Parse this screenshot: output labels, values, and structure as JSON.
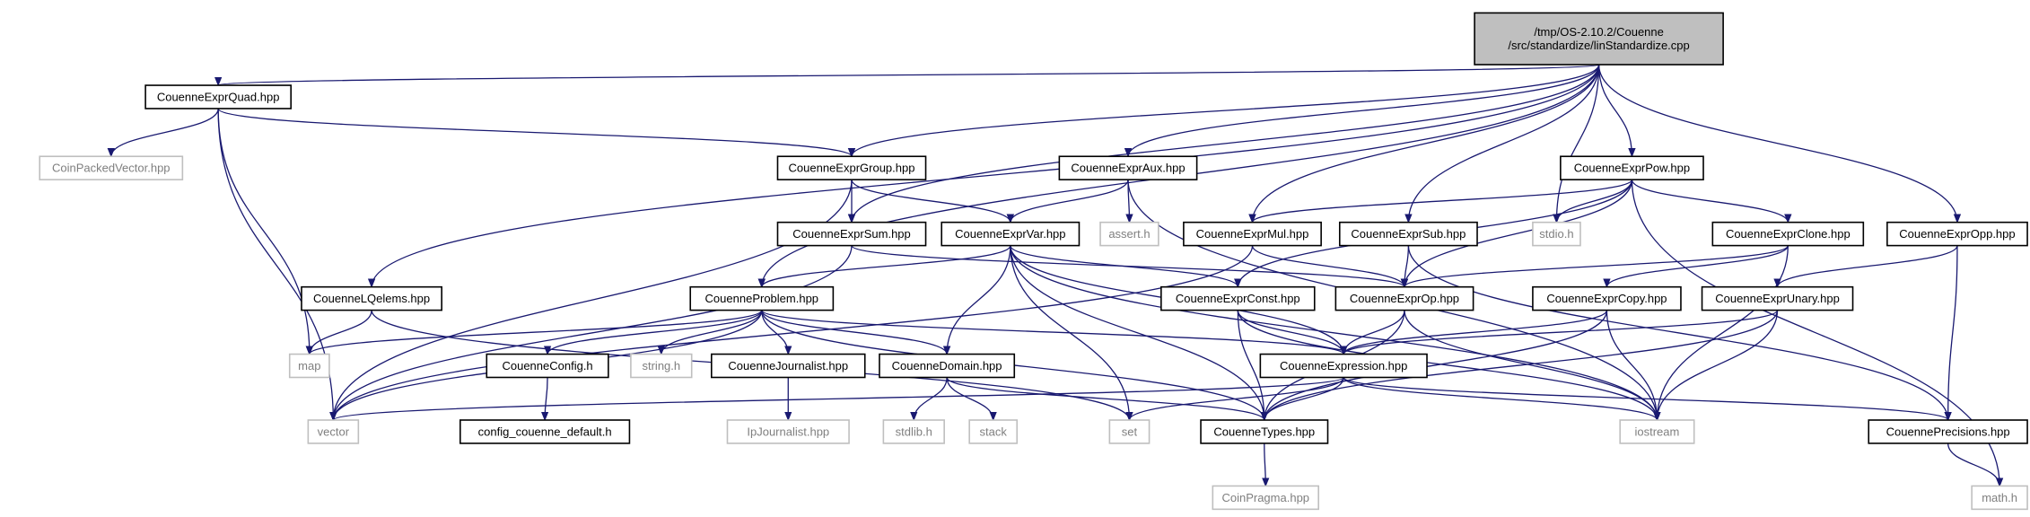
{
  "nodes": [
    {
      "id": "root",
      "label": [
        "/tmp/OS-2.10.2/Couenne",
        "/src/standardize/linStandardize.cpp"
      ],
      "kind": "root"
    },
    {
      "id": "quad",
      "label": [
        "CouenneExprQuad.hpp"
      ],
      "kind": "file"
    },
    {
      "id": "coinpv",
      "label": [
        "CoinPackedVector.hpp"
      ],
      "kind": "ext"
    },
    {
      "id": "group",
      "label": [
        "CouenneExprGroup.hpp"
      ],
      "kind": "file"
    },
    {
      "id": "aux",
      "label": [
        "CouenneExprAux.hpp"
      ],
      "kind": "file"
    },
    {
      "id": "pow",
      "label": [
        "CouenneExprPow.hpp"
      ],
      "kind": "file"
    },
    {
      "id": "sum",
      "label": [
        "CouenneExprSum.hpp"
      ],
      "kind": "file"
    },
    {
      "id": "var",
      "label": [
        "CouenneExprVar.hpp"
      ],
      "kind": "file"
    },
    {
      "id": "assert",
      "label": [
        "assert.h"
      ],
      "kind": "ext"
    },
    {
      "id": "mul",
      "label": [
        "CouenneExprMul.hpp"
      ],
      "kind": "file"
    },
    {
      "id": "sub",
      "label": [
        "CouenneExprSub.hpp"
      ],
      "kind": "file"
    },
    {
      "id": "stdio",
      "label": [
        "stdio.h"
      ],
      "kind": "ext"
    },
    {
      "id": "clone",
      "label": [
        "CouenneExprClone.hpp"
      ],
      "kind": "file"
    },
    {
      "id": "opp",
      "label": [
        "CouenneExprOpp.hpp"
      ],
      "kind": "file"
    },
    {
      "id": "lqelems",
      "label": [
        "CouenneLQelems.hpp"
      ],
      "kind": "file"
    },
    {
      "id": "problem",
      "label": [
        "CouenneProblem.hpp"
      ],
      "kind": "file"
    },
    {
      "id": "const",
      "label": [
        "CouenneExprConst.hpp"
      ],
      "kind": "file"
    },
    {
      "id": "op",
      "label": [
        "CouenneExprOp.hpp"
      ],
      "kind": "file"
    },
    {
      "id": "copy",
      "label": [
        "CouenneExprCopy.hpp"
      ],
      "kind": "file"
    },
    {
      "id": "unary",
      "label": [
        "CouenneExprUnary.hpp"
      ],
      "kind": "file"
    },
    {
      "id": "map",
      "label": [
        "map"
      ],
      "kind": "ext"
    },
    {
      "id": "config",
      "label": [
        "CouenneConfig.h"
      ],
      "kind": "file"
    },
    {
      "id": "string",
      "label": [
        "string.h"
      ],
      "kind": "ext"
    },
    {
      "id": "journalist",
      "label": [
        "CouenneJournalist.hpp"
      ],
      "kind": "file"
    },
    {
      "id": "domain",
      "label": [
        "CouenneDomain.hpp"
      ],
      "kind": "file"
    },
    {
      "id": "expression",
      "label": [
        "CouenneExpression.hpp"
      ],
      "kind": "file"
    },
    {
      "id": "vector",
      "label": [
        "vector"
      ],
      "kind": "ext"
    },
    {
      "id": "configdef",
      "label": [
        "config_couenne_default.h"
      ],
      "kind": "file"
    },
    {
      "id": "ipjournalist",
      "label": [
        "IpJournalist.hpp"
      ],
      "kind": "ext"
    },
    {
      "id": "stdlib",
      "label": [
        "stdlib.h"
      ],
      "kind": "ext"
    },
    {
      "id": "stack",
      "label": [
        "stack"
      ],
      "kind": "ext"
    },
    {
      "id": "set",
      "label": [
        "set"
      ],
      "kind": "ext"
    },
    {
      "id": "types",
      "label": [
        "CouenneTypes.hpp"
      ],
      "kind": "file"
    },
    {
      "id": "iostream",
      "label": [
        "iostream"
      ],
      "kind": "ext"
    },
    {
      "id": "precisions",
      "label": [
        "CouennePrecisions.hpp"
      ],
      "kind": "file"
    },
    {
      "id": "pragma",
      "label": [
        "CoinPragma.hpp"
      ],
      "kind": "ext"
    },
    {
      "id": "math",
      "label": [
        "math.h"
      ],
      "kind": "ext"
    }
  ],
  "edges": [
    [
      "root",
      "quad"
    ],
    [
      "root",
      "group"
    ],
    [
      "root",
      "sum"
    ],
    [
      "root",
      "lqelems"
    ],
    [
      "root",
      "problem"
    ],
    [
      "root",
      "aux"
    ],
    [
      "root",
      "mul"
    ],
    [
      "root",
      "sub"
    ],
    [
      "root",
      "stdio"
    ],
    [
      "root",
      "pow"
    ],
    [
      "root",
      "opp"
    ],
    [
      "quad",
      "coinpv"
    ],
    [
      "quad",
      "group"
    ],
    [
      "quad",
      "map"
    ],
    [
      "quad",
      "vector"
    ],
    [
      "group",
      "sum"
    ],
    [
      "group",
      "var"
    ],
    [
      "group",
      "vector"
    ],
    [
      "sum",
      "op"
    ],
    [
      "sum",
      "vector"
    ],
    [
      "aux",
      "var"
    ],
    [
      "aux",
      "assert"
    ],
    [
      "aux",
      "iostream"
    ],
    [
      "pow",
      "mul"
    ],
    [
      "pow",
      "stdio"
    ],
    [
      "pow",
      "clone"
    ],
    [
      "pow",
      "const"
    ],
    [
      "pow",
      "op"
    ],
    [
      "pow",
      "math"
    ],
    [
      "var",
      "problem"
    ],
    [
      "var",
      "const"
    ],
    [
      "var",
      "domain"
    ],
    [
      "var",
      "expression"
    ],
    [
      "var",
      "set"
    ],
    [
      "var",
      "types"
    ],
    [
      "var",
      "iostream"
    ],
    [
      "mul",
      "op"
    ],
    [
      "mul",
      "vector"
    ],
    [
      "sub",
      "op"
    ],
    [
      "sub",
      "precisions"
    ],
    [
      "clone",
      "copy"
    ],
    [
      "clone",
      "op"
    ],
    [
      "clone",
      "iostream"
    ],
    [
      "opp",
      "unary"
    ],
    [
      "opp",
      "precisions"
    ],
    [
      "lqelems",
      "map"
    ],
    [
      "lqelems",
      "set"
    ],
    [
      "problem",
      "map"
    ],
    [
      "problem",
      "config"
    ],
    [
      "problem",
      "string"
    ],
    [
      "problem",
      "journalist"
    ],
    [
      "problem",
      "domain"
    ],
    [
      "problem",
      "expression"
    ],
    [
      "problem",
      "types"
    ],
    [
      "problem",
      "vector"
    ],
    [
      "const",
      "expression"
    ],
    [
      "const",
      "types"
    ],
    [
      "const",
      "iostream"
    ],
    [
      "op",
      "expression"
    ],
    [
      "op",
      "types"
    ],
    [
      "op",
      "iostream"
    ],
    [
      "copy",
      "expression"
    ],
    [
      "copy",
      "types"
    ],
    [
      "copy",
      "iostream"
    ],
    [
      "unary",
      "expression"
    ],
    [
      "unary",
      "types"
    ],
    [
      "unary",
      "iostream"
    ],
    [
      "config",
      "configdef"
    ],
    [
      "journalist",
      "ipjournalist"
    ],
    [
      "domain",
      "stdlib"
    ],
    [
      "domain",
      "stack"
    ],
    [
      "domain",
      "types"
    ],
    [
      "expression",
      "vector"
    ],
    [
      "expression",
      "set"
    ],
    [
      "expression",
      "types"
    ],
    [
      "expression",
      "iostream"
    ],
    [
      "expression",
      "precisions"
    ],
    [
      "types",
      "pragma"
    ],
    [
      "precisions",
      "math"
    ]
  ]
}
